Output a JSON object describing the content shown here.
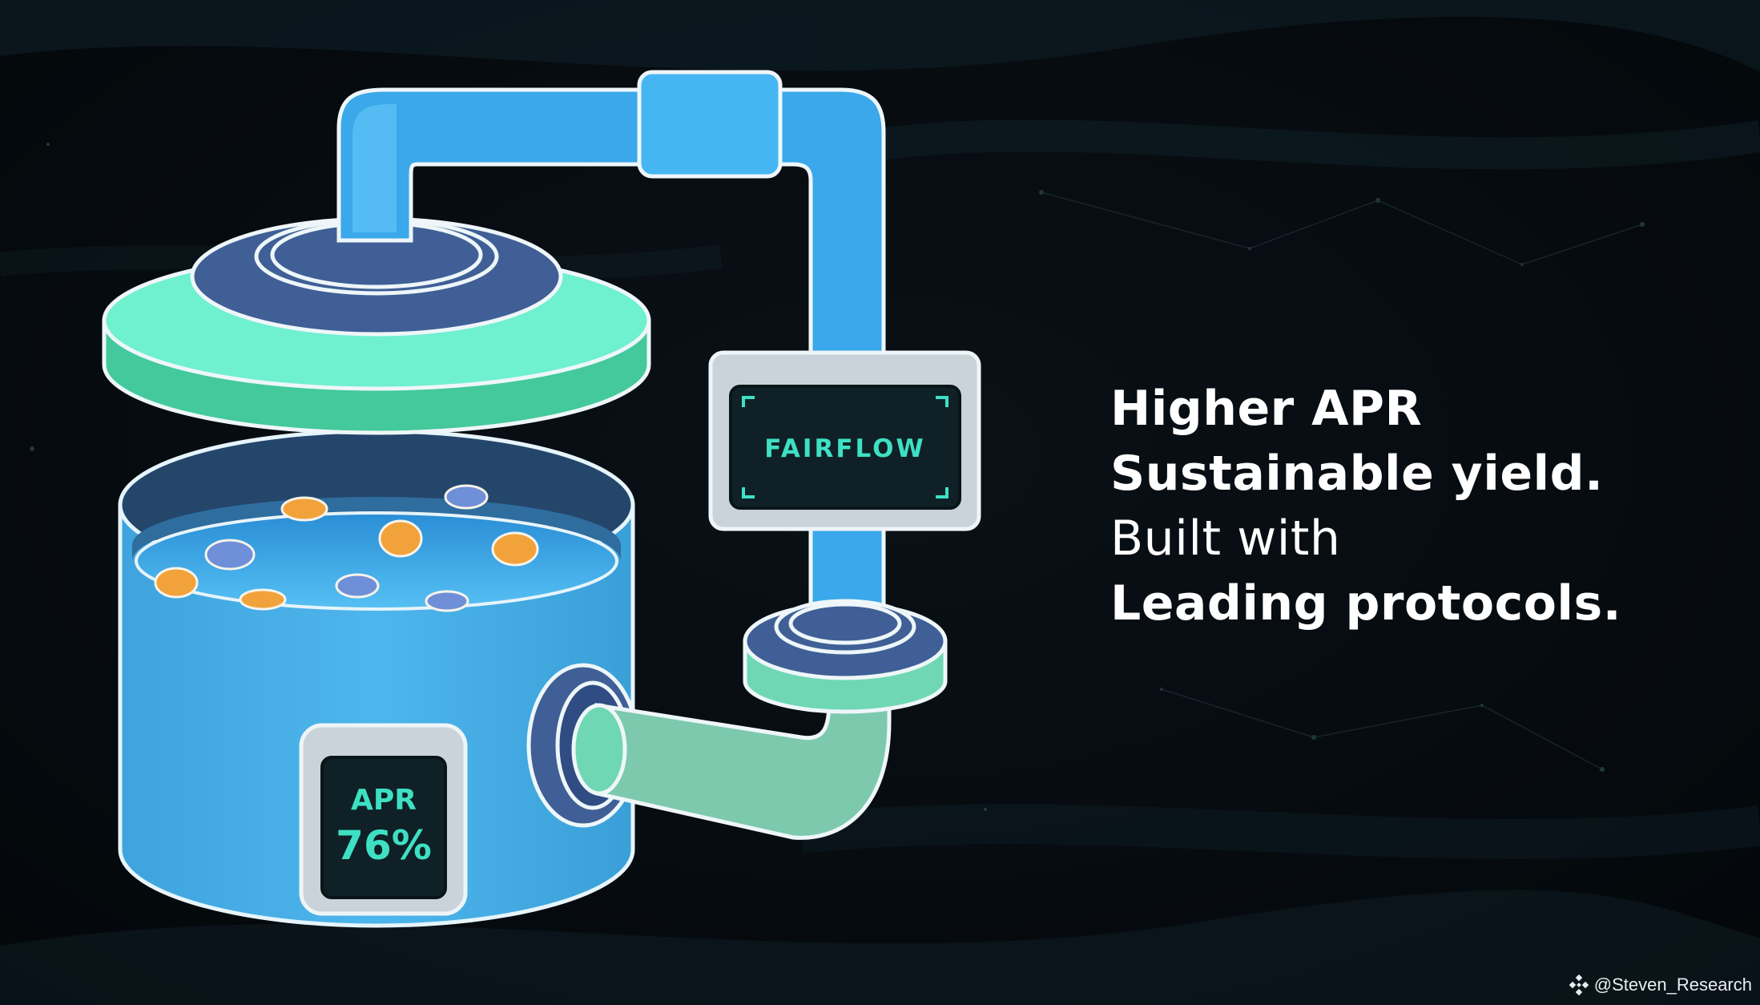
{
  "headline": {
    "line1": "Higher APR",
    "line2": "Sustainable yield.",
    "line3": "Built with",
    "line4": "Leading protocols."
  },
  "meter": {
    "brand": "FAIRFLOW"
  },
  "tank_display": {
    "label": "APR",
    "value": "76%"
  },
  "watermark": {
    "handle": "@Steven_Research",
    "icon": "binance-square-logo-icon"
  },
  "colors": {
    "background": "#05090d",
    "pipe_blue": "#3aa8ea",
    "pipe_green": "#6fd7b4",
    "lid_mint": "#6ff0cf",
    "tank_blue": "#45aee6",
    "ring_navy": "#3f5f96",
    "screen_text": "#3ee0c4",
    "coin_orange": "#f2a23a",
    "coin_blue": "#6f8fd8"
  }
}
